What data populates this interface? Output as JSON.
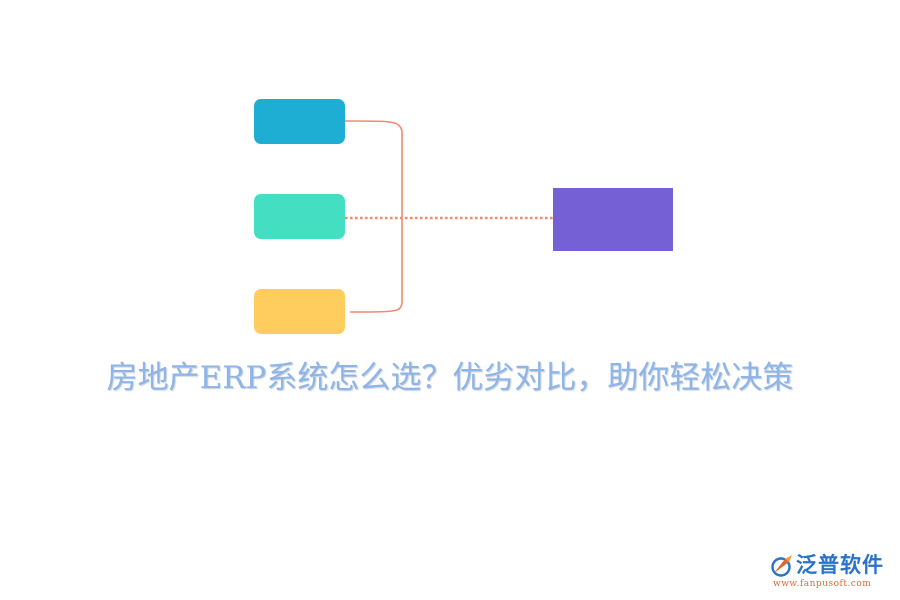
{
  "diagram": {
    "title": "房地产ERP系统怎么选？优劣对比，助你轻松决策",
    "source_boxes": [
      {
        "color": "#1eaed4"
      },
      {
        "color": "#44dfc3"
      },
      {
        "color": "#ffcd5e"
      }
    ],
    "target_box": {
      "color": "#7660d6"
    },
    "connector_color": "#ef8a6f",
    "title_color": "#8fb4e6"
  },
  "logo": {
    "icon": "fanpu-logo-icon",
    "name": "泛普软件",
    "url": "www.fanpusoft.com",
    "text_color": "#2b73c8",
    "url_color": "#d96a3a"
  }
}
